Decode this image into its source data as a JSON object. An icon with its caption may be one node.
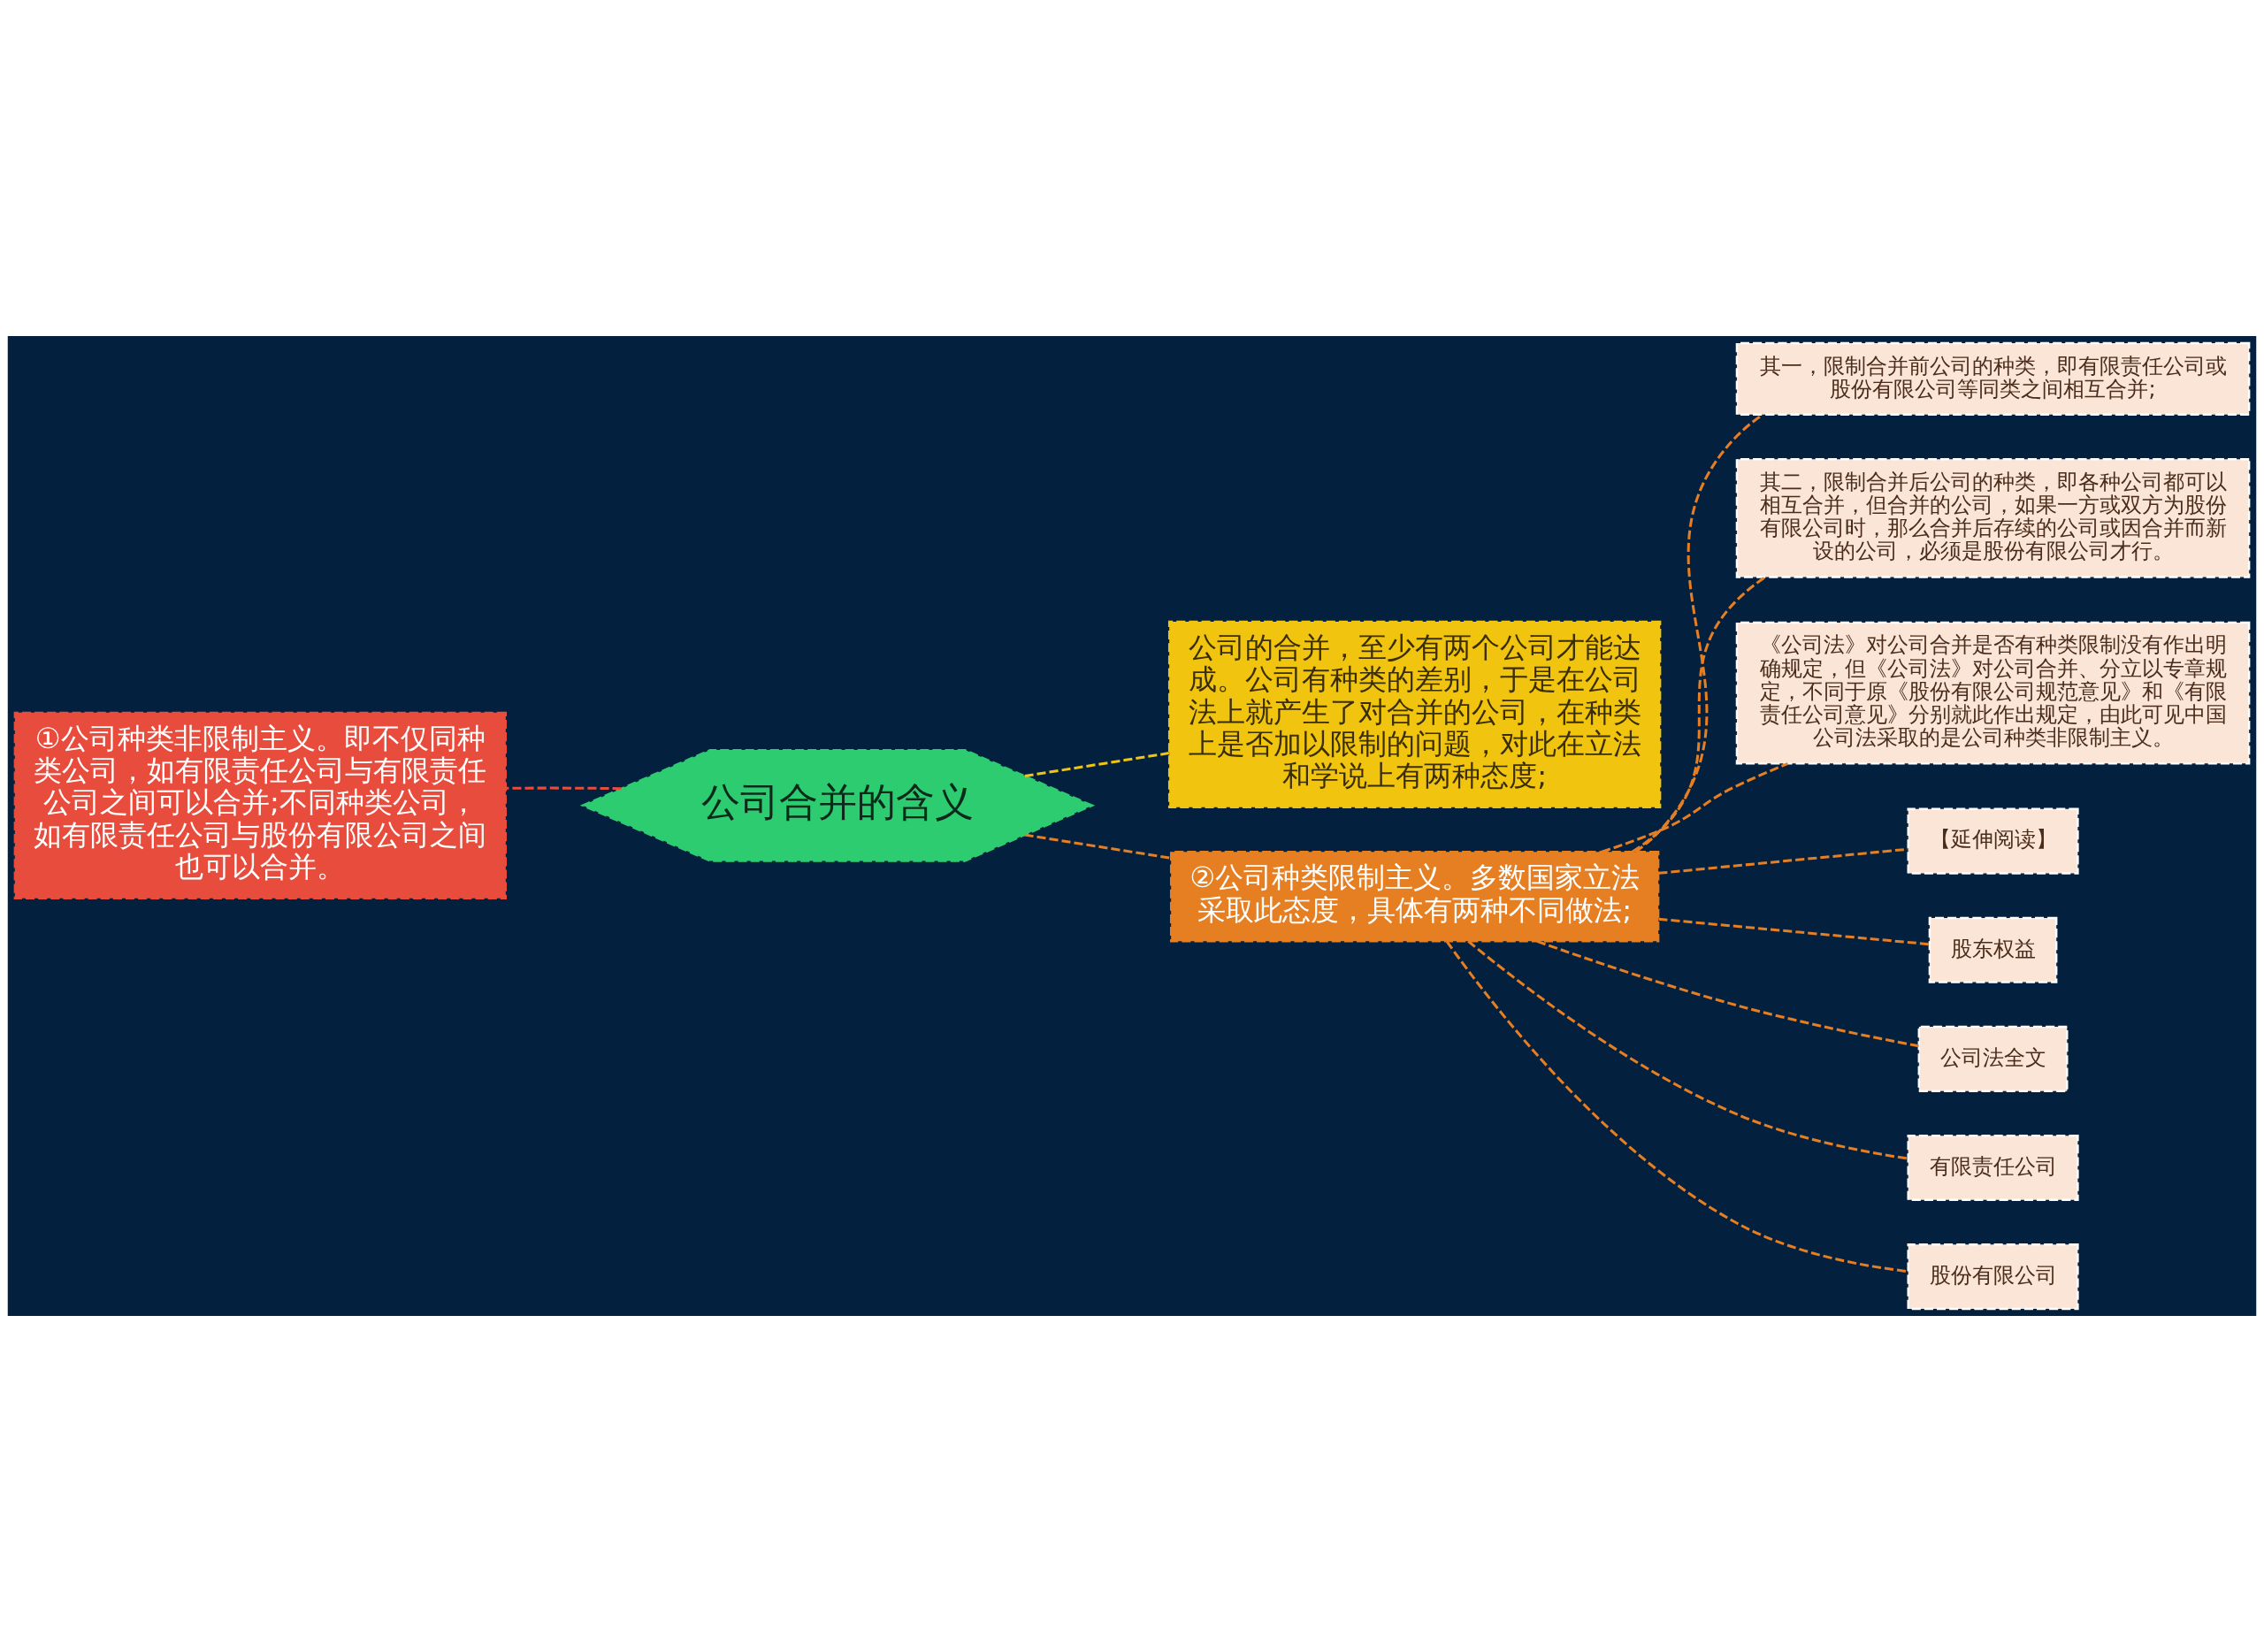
{
  "diagram": {
    "nodes": [
      {
        "text": [
          "公司合并的含义"
        ]
      },
      {
        "text": [
          "①公司种类非限制主义。即不仅同种类公司，如有限责任公司与有限责任公司之间可以合并;不同种类公司，如有限责任公司与股份有限公司之间也可以合并。"
        ]
      },
      {
        "text": [
          "公司的合并，至少有两个公司才能达成。公司有种类的差别，于是在公司法上就产生了对合并的公司，在种类上是否加以限制的问题，对此在立法和学说上有两种态度;"
        ]
      },
      {
        "text": [
          "②公司种类限制主义。多数国家立法采取此态度，具体有两种不同做法;"
        ]
      },
      {
        "text": [
          "其一，限制合并前公司的种类，即有限责任公司或股份有限公司等同类之间相互合并;"
        ]
      },
      {
        "text": [
          "其二，限制合并后公司的种类，即各种公司都可以相互合并，但合并的公司，如果一方或双方为股份有限公司时，那么合并后存续的公司或因合并而新设的公司，必须是股份有限公司才行。"
        ]
      },
      {
        "text": [
          "《公司法》对公司合并是否有种类限制没有作出明确规定，但《公司法》对公司合并、分立以专章规定，不同于原《股份有限公司规范意见》和《有限责任公司意见》分别就此作出规定，由此可见中国公司法采取的是公司种类非限制主义。"
        ]
      },
      {
        "text": [
          "【延伸阅读】"
        ]
      },
      {
        "text": [
          "股东权益"
        ]
      },
      {
        "text": [
          "公司法全文"
        ]
      },
      {
        "text": [
          "有限责任公司"
        ]
      },
      {
        "text": [
          "股份有限公司"
        ]
      }
    ],
    "edges": [
      {
        "from": 0,
        "to": 1,
        "arrow": "none",
        "style": "dashed",
        "color": "#e74c3c"
      },
      {
        "from": 0,
        "to": 2,
        "arrow": "none",
        "style": "dashed",
        "color": "#f1c40f"
      },
      {
        "from": 0,
        "to": 3,
        "arrow": "none",
        "style": "dashed"
      },
      {
        "from": 3,
        "to": 4,
        "arrow": "none",
        "style": "dashed"
      },
      {
        "from": 3,
        "to": 5,
        "arrow": "none",
        "style": "dashed"
      },
      {
        "from": 3,
        "to": 6,
        "arrow": "none",
        "style": "dashed"
      },
      {
        "from": 3,
        "to": 7,
        "arrow": "none",
        "style": "dashed"
      },
      {
        "from": 3,
        "to": 8,
        "arrow": "none",
        "style": "dashed"
      },
      {
        "from": 3,
        "to": 9,
        "arrow": "none",
        "style": "dashed"
      },
      {
        "from": 3,
        "to": 10,
        "arrow": "none",
        "style": "dashed"
      },
      {
        "from": 3,
        "to": 11,
        "arrow": "none",
        "style": "dashed"
      }
    ]
  }
}
